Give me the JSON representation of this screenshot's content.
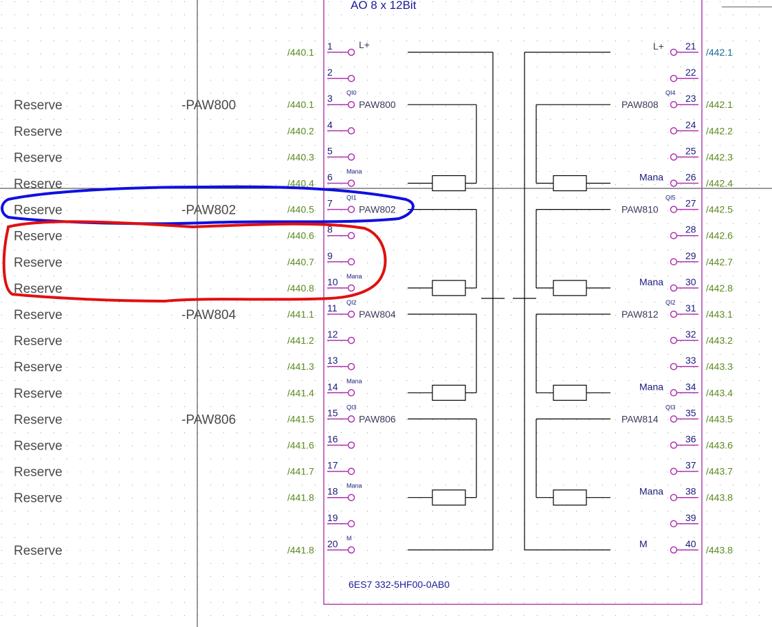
{
  "module": {
    "title": "AO 8 x 12Bit",
    "part_number": "6ES7 332-5HF00-0AB0"
  },
  "rows": [
    {
      "reserve": "",
      "tag": "",
      "ref": "/440.1",
      "pin": "1",
      "sup": "",
      "sig": "L+",
      "rpin": "21",
      "rsup": "",
      "rsig": "L+",
      "rref": "/442.1"
    },
    {
      "reserve": "",
      "tag": "",
      "ref": "",
      "pin": "2",
      "sup": "",
      "sig": "",
      "rpin": "22",
      "rsup": "",
      "rsig": "",
      "rref": ""
    },
    {
      "reserve": "Reserve",
      "tag": "-PAW800",
      "ref": "/440.1",
      "pin": "3",
      "sup": "QI0",
      "sig": "PAW800",
      "rpin": "23",
      "rsup": "QI4",
      "rsig": "PAW808",
      "rref": "/442.1"
    },
    {
      "reserve": "Reserve",
      "tag": "",
      "ref": "/440.2",
      "pin": "4",
      "sup": "",
      "sig": "",
      "rpin": "24",
      "rsup": "",
      "rsig": "",
      "rref": "/442.2"
    },
    {
      "reserve": "Reserve",
      "tag": "",
      "ref": "/440.3",
      "pin": "5",
      "sup": "",
      "sig": "",
      "rpin": "25",
      "rsup": "",
      "rsig": "",
      "rref": "/442.3"
    },
    {
      "reserve": "Reserve",
      "tag": "",
      "ref": "/440.4",
      "pin": "6",
      "sup": "Mana",
      "sig": "",
      "rpin": "26",
      "rsup": "",
      "rsig": "Mana",
      "rref": "/442.4"
    },
    {
      "reserve": "Reserve",
      "tag": "-PAW802",
      "ref": "/440.5",
      "pin": "7",
      "sup": "QI1",
      "sig": "PAW802",
      "rpin": "27",
      "rsup": "QI5",
      "rsig": "PAW810",
      "rref": "/442.5"
    },
    {
      "reserve": "Reserve",
      "tag": "",
      "ref": "/440.6",
      "pin": "8",
      "sup": "",
      "sig": "",
      "rpin": "28",
      "rsup": "",
      "rsig": "",
      "rref": "/442.6"
    },
    {
      "reserve": "Reserve",
      "tag": "",
      "ref": "/440.7",
      "pin": "9",
      "sup": "",
      "sig": "",
      "rpin": "29",
      "rsup": "",
      "rsig": "",
      "rref": "/442.7"
    },
    {
      "reserve": "Reserve",
      "tag": "",
      "ref": "/440.8",
      "pin": "10",
      "sup": "Mana",
      "sig": "",
      "rpin": "30",
      "rsup": "",
      "rsig": "Mana",
      "rref": "/442.8"
    },
    {
      "reserve": "Reserve",
      "tag": "-PAW804",
      "ref": "/441.1",
      "pin": "11",
      "sup": "QI2",
      "sig": "PAW804",
      "rpin": "31",
      "rsup": "QI2",
      "rsig": "PAW812",
      "rref": "/443.1"
    },
    {
      "reserve": "Reserve",
      "tag": "",
      "ref": "/441.2",
      "pin": "12",
      "sup": "",
      "sig": "",
      "rpin": "32",
      "rsup": "",
      "rsig": "",
      "rref": "/443.2"
    },
    {
      "reserve": "Reserve",
      "tag": "",
      "ref": "/441.3",
      "pin": "13",
      "sup": "",
      "sig": "",
      "rpin": "33",
      "rsup": "",
      "rsig": "",
      "rref": "/443.3"
    },
    {
      "reserve": "Reserve",
      "tag": "",
      "ref": "/441.4",
      "pin": "14",
      "sup": "Mana",
      "sig": "",
      "rpin": "34",
      "rsup": "",
      "rsig": "Mana",
      "rref": "/443.4"
    },
    {
      "reserve": "Reserve",
      "tag": "-PAW806",
      "ref": "/441.5",
      "pin": "15",
      "sup": "QI3",
      "sig": "PAW806",
      "rpin": "35",
      "rsup": "QI3",
      "rsig": "PAW814",
      "rref": "/443.5"
    },
    {
      "reserve": "Reserve",
      "tag": "",
      "ref": "/441.6",
      "pin": "16",
      "sup": "",
      "sig": "",
      "rpin": "36",
      "rsup": "",
      "rsig": "",
      "rref": "/443.6"
    },
    {
      "reserve": "Reserve",
      "tag": "",
      "ref": "/441.7",
      "pin": "17",
      "sup": "",
      "sig": "",
      "rpin": "37",
      "rsup": "",
      "rsig": "",
      "rref": "/443.7"
    },
    {
      "reserve": "Reserve",
      "tag": "",
      "ref": "/441.8",
      "pin": "18",
      "sup": "Mana",
      "sig": "",
      "rpin": "38",
      "rsup": "",
      "rsig": "Mana",
      "rref": "/443.8"
    },
    {
      "reserve": "",
      "tag": "",
      "ref": "",
      "pin": "19",
      "sup": "",
      "sig": "",
      "rpin": "39",
      "rsup": "",
      "rsig": "",
      "rref": ""
    },
    {
      "reserve": "Reserve",
      "tag": "",
      "ref": "/441.8",
      "pin": "20",
      "sup": "M",
      "sig": "",
      "rpin": "40",
      "rsup": "",
      "rsig": "M",
      "rref": "/443.8"
    }
  ],
  "colors": {
    "module_border": "#b040b0",
    "pin_line": "#b030b0",
    "ref_text": "#5a8a1e",
    "wire": "#000000",
    "highlight_blue": "#1010e0",
    "highlight_red": "#e01010",
    "grid_dot": "#9a9a9a"
  }
}
